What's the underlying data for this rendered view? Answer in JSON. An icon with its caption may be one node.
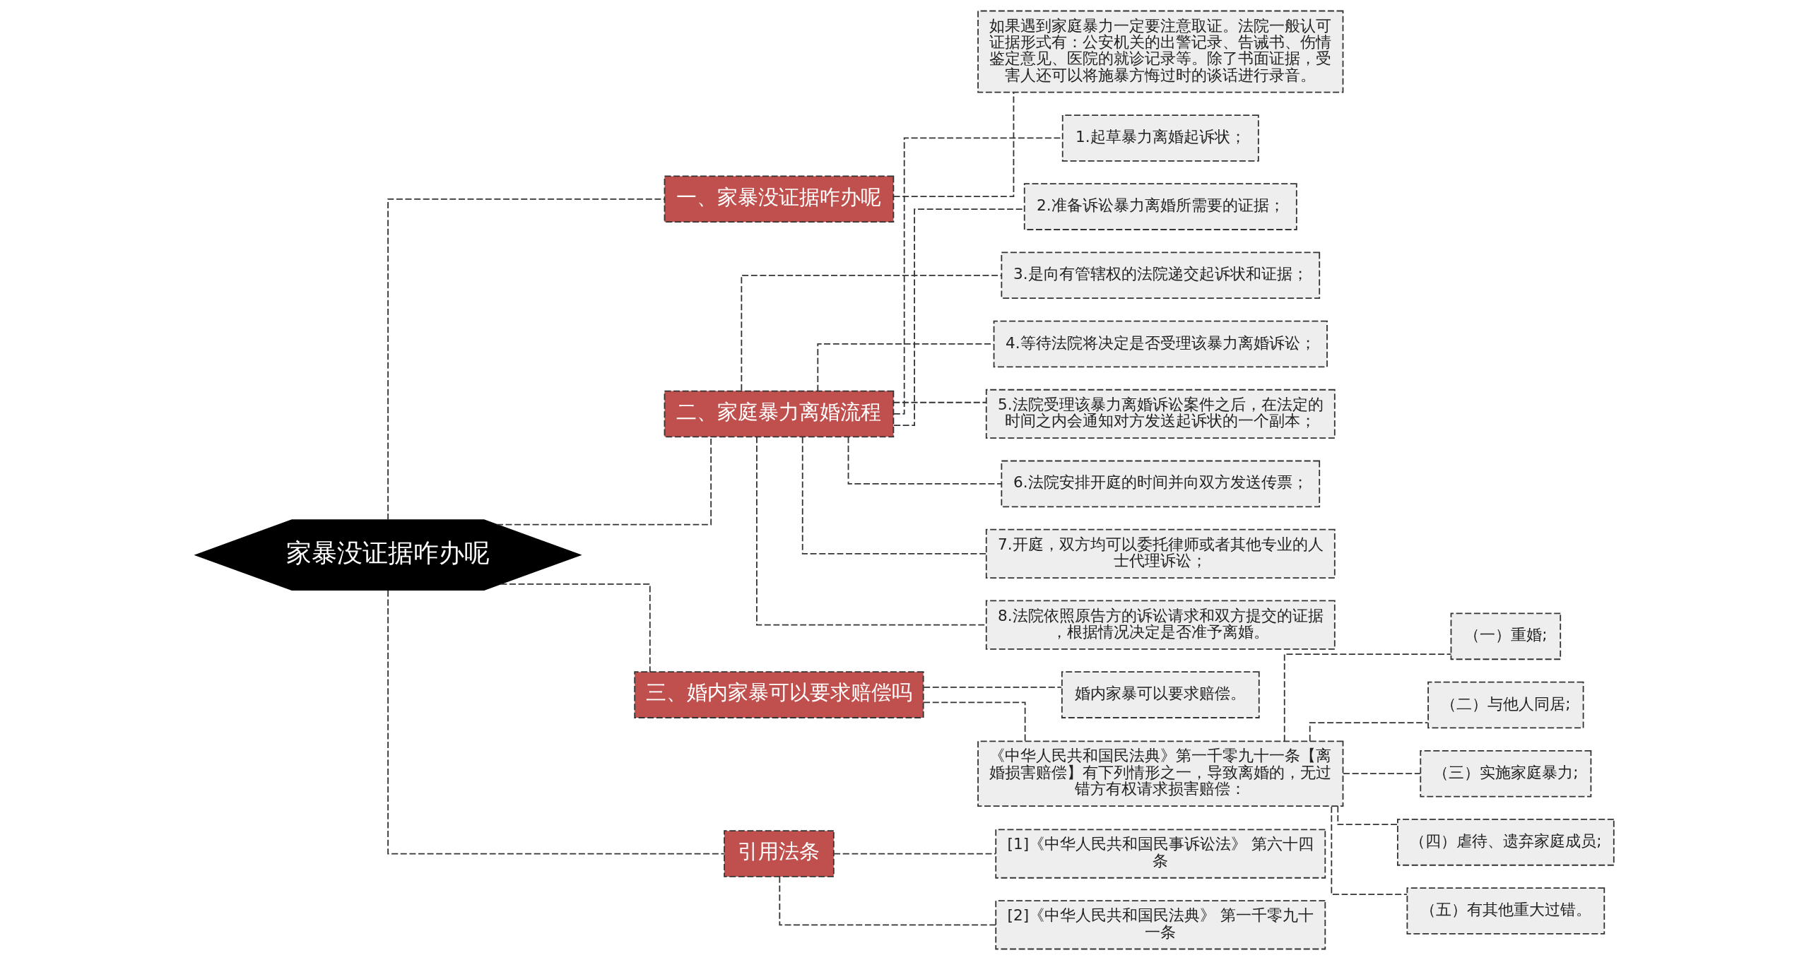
{
  "diagram": {
    "nodes": [
      {
        "text": [
          "家暴没证据咋办呢"
        ]
      },
      {
        "text": [
          "一、家暴没证据咋办呢"
        ]
      },
      {
        "text": [
          "如果遇到家庭暴力一定要注意取证。法院一般认可证据形式有：公安机关的出警记录、告诫书、伤情鉴定意见、医院的就诊记录等。除了书面证据，受害人还可以将施暴方悔过时的谈话进行录音。"
        ]
      },
      {
        "text": [
          "二、家庭暴力离婚流程"
        ]
      },
      {
        "text": [
          "1.起草暴力离婚起诉状；"
        ]
      },
      {
        "text": [
          "2.准备诉讼暴力离婚所需要的证据；"
        ]
      },
      {
        "text": [
          "3.是向有管辖权的法院递交起诉状和证据；"
        ]
      },
      {
        "text": [
          "4.等待法院将决定是否受理该暴力离婚诉讼；"
        ]
      },
      {
        "text": [
          "5.法院受理该暴力离婚诉讼案件之后，在法定的时间之内会通知对方发送起诉状的一个副本；"
        ]
      },
      {
        "text": [
          "6.法院安排开庭的时间并向双方发送传票；"
        ]
      },
      {
        "text": [
          "7.开庭，双方均可以委托律师或者其他专业的人士代理诉讼；"
        ]
      },
      {
        "text": [
          "8.法院依照原告方的诉讼请求和双方提交的证据，根据情况决定是否准予离婚。"
        ]
      },
      {
        "text": [
          "三、婚内家暴可以要求赔偿吗"
        ]
      },
      {
        "text": [
          "婚内家暴可以要求赔偿。"
        ]
      },
      {
        "text": [
          "《中华人民共和国民法典》第一千零九十一条【离婚损害赔偿】有下列情形之一，导致离婚的，无过错方有权请求损害赔偿："
        ]
      },
      {
        "text": [
          "（一）重婚;"
        ]
      },
      {
        "text": [
          "（二）与他人同居;"
        ]
      },
      {
        "text": [
          "（三）实施家庭暴力;"
        ]
      },
      {
        "text": [
          "（四）虐待、遗弃家庭成员;"
        ]
      },
      {
        "text": [
          "（五）有其他重大过错。"
        ]
      },
      {
        "text": [
          "引用法条"
        ]
      },
      {
        "text": [
          "[1]《中华人民共和国民事诉讼法》 第六十四条"
        ]
      },
      {
        "text": [
          "[2]《中华人民共和国民法典》 第一千零九十一条"
        ]
      }
    ],
    "edges": [
      {
        "from": 0,
        "to": 1,
        "arrow": "none",
        "style": "dashed"
      },
      {
        "from": 1,
        "to": 2,
        "arrow": "none",
        "style": "dashed"
      },
      {
        "from": 0,
        "to": 3,
        "arrow": "none",
        "style": "dashed"
      },
      {
        "from": 3,
        "to": 4,
        "arrow": "none",
        "style": "dashed"
      },
      {
        "from": 3,
        "to": 5,
        "arrow": "none",
        "style": "dashed"
      },
      {
        "from": 3,
        "to": 6,
        "arrow": "none",
        "style": "dashed"
      },
      {
        "from": 3,
        "to": 7,
        "arrow": "none",
        "style": "dashed"
      },
      {
        "from": 3,
        "to": 8,
        "arrow": "none",
        "style": "dashed"
      },
      {
        "from": 3,
        "to": 9,
        "arrow": "none",
        "style": "dashed"
      },
      {
        "from": 3,
        "to": 10,
        "arrow": "none",
        "style": "dashed"
      },
      {
        "from": 3,
        "to": 11,
        "arrow": "none",
        "style": "dashed"
      },
      {
        "from": 0,
        "to": 12,
        "arrow": "none",
        "style": "dashed"
      },
      {
        "from": 12,
        "to": 13,
        "arrow": "none",
        "style": "dashed"
      },
      {
        "from": 12,
        "to": 14,
        "arrow": "none",
        "style": "dashed"
      },
      {
        "from": 14,
        "to": 15,
        "arrow": "none",
        "style": "dashed"
      },
      {
        "from": 14,
        "to": 16,
        "arrow": "none",
        "style": "dashed"
      },
      {
        "from": 14,
        "to": 17,
        "arrow": "none",
        "style": "dashed"
      },
      {
        "from": 14,
        "to": 18,
        "arrow": "none",
        "style": "dashed"
      },
      {
        "from": 14,
        "to": 19,
        "arrow": "none",
        "style": "dashed"
      },
      {
        "from": 0,
        "to": 20,
        "arrow": "none",
        "style": "dashed"
      },
      {
        "from": 20,
        "to": 21,
        "arrow": "none",
        "style": "dashed"
      },
      {
        "from": 20,
        "to": 22,
        "arrow": "none",
        "style": "dashed"
      }
    ]
  }
}
